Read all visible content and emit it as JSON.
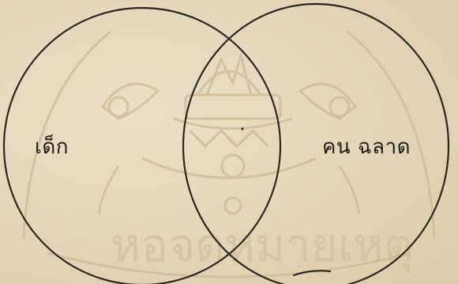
{
  "diagram": {
    "type": "venn",
    "sets": [
      {
        "label": "เด็ก"
      },
      {
        "label": "คน ฉลาด"
      }
    ],
    "colors": {
      "paper": "#e7d9bd",
      "ink": "#2b2622",
      "watermark": "#cdb996"
    },
    "watermark": "หอจดหมายเหตุ"
  }
}
